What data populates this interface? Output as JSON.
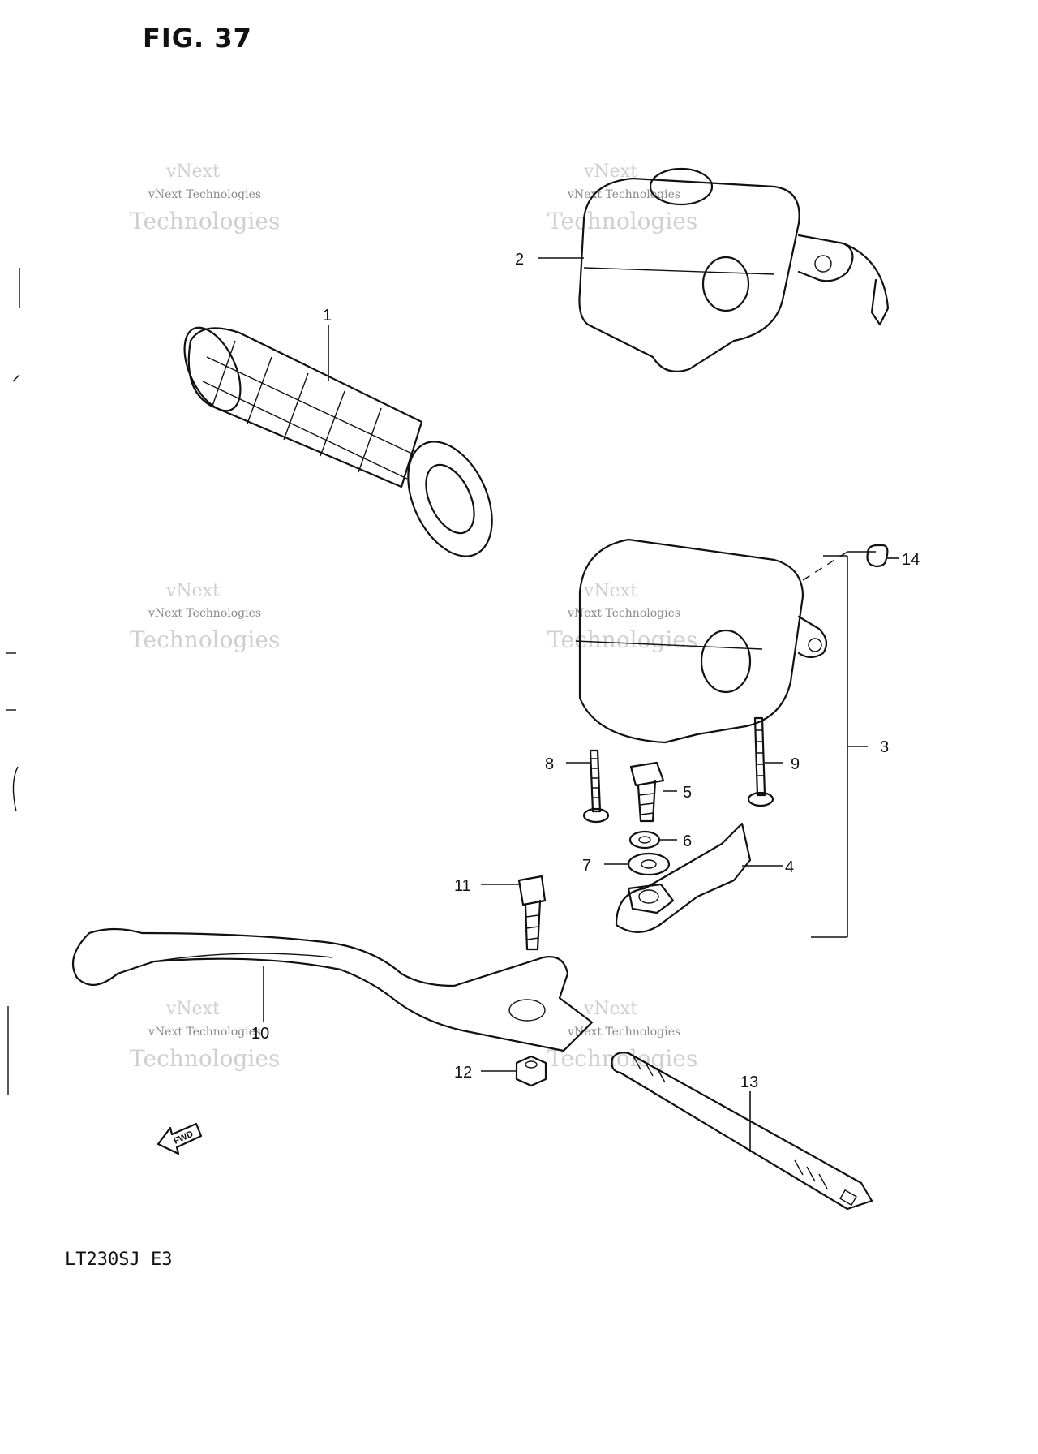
{
  "figure": {
    "title": "FIG. 37",
    "model_code": "LT230SJ  E3"
  },
  "callouts": [
    {
      "id": "1",
      "label": "1"
    },
    {
      "id": "2",
      "label": "2"
    },
    {
      "id": "3",
      "label": "3"
    },
    {
      "id": "4",
      "label": "4"
    },
    {
      "id": "5",
      "label": "5"
    },
    {
      "id": "6",
      "label": "6"
    },
    {
      "id": "7",
      "label": "7"
    },
    {
      "id": "8",
      "label": "8"
    },
    {
      "id": "9",
      "label": "9"
    },
    {
      "id": "10",
      "label": "10"
    },
    {
      "id": "11",
      "label": "11"
    },
    {
      "id": "12",
      "label": "12"
    },
    {
      "id": "13",
      "label": "13"
    },
    {
      "id": "14",
      "label": "14"
    }
  ],
  "fwd_arrow": {
    "label": "FWD"
  },
  "watermark": {
    "line1": "vNext",
    "line2": "Technologies",
    "small": "vNext Technologies"
  },
  "icons": {
    "fwd": "arrow-left-icon"
  }
}
